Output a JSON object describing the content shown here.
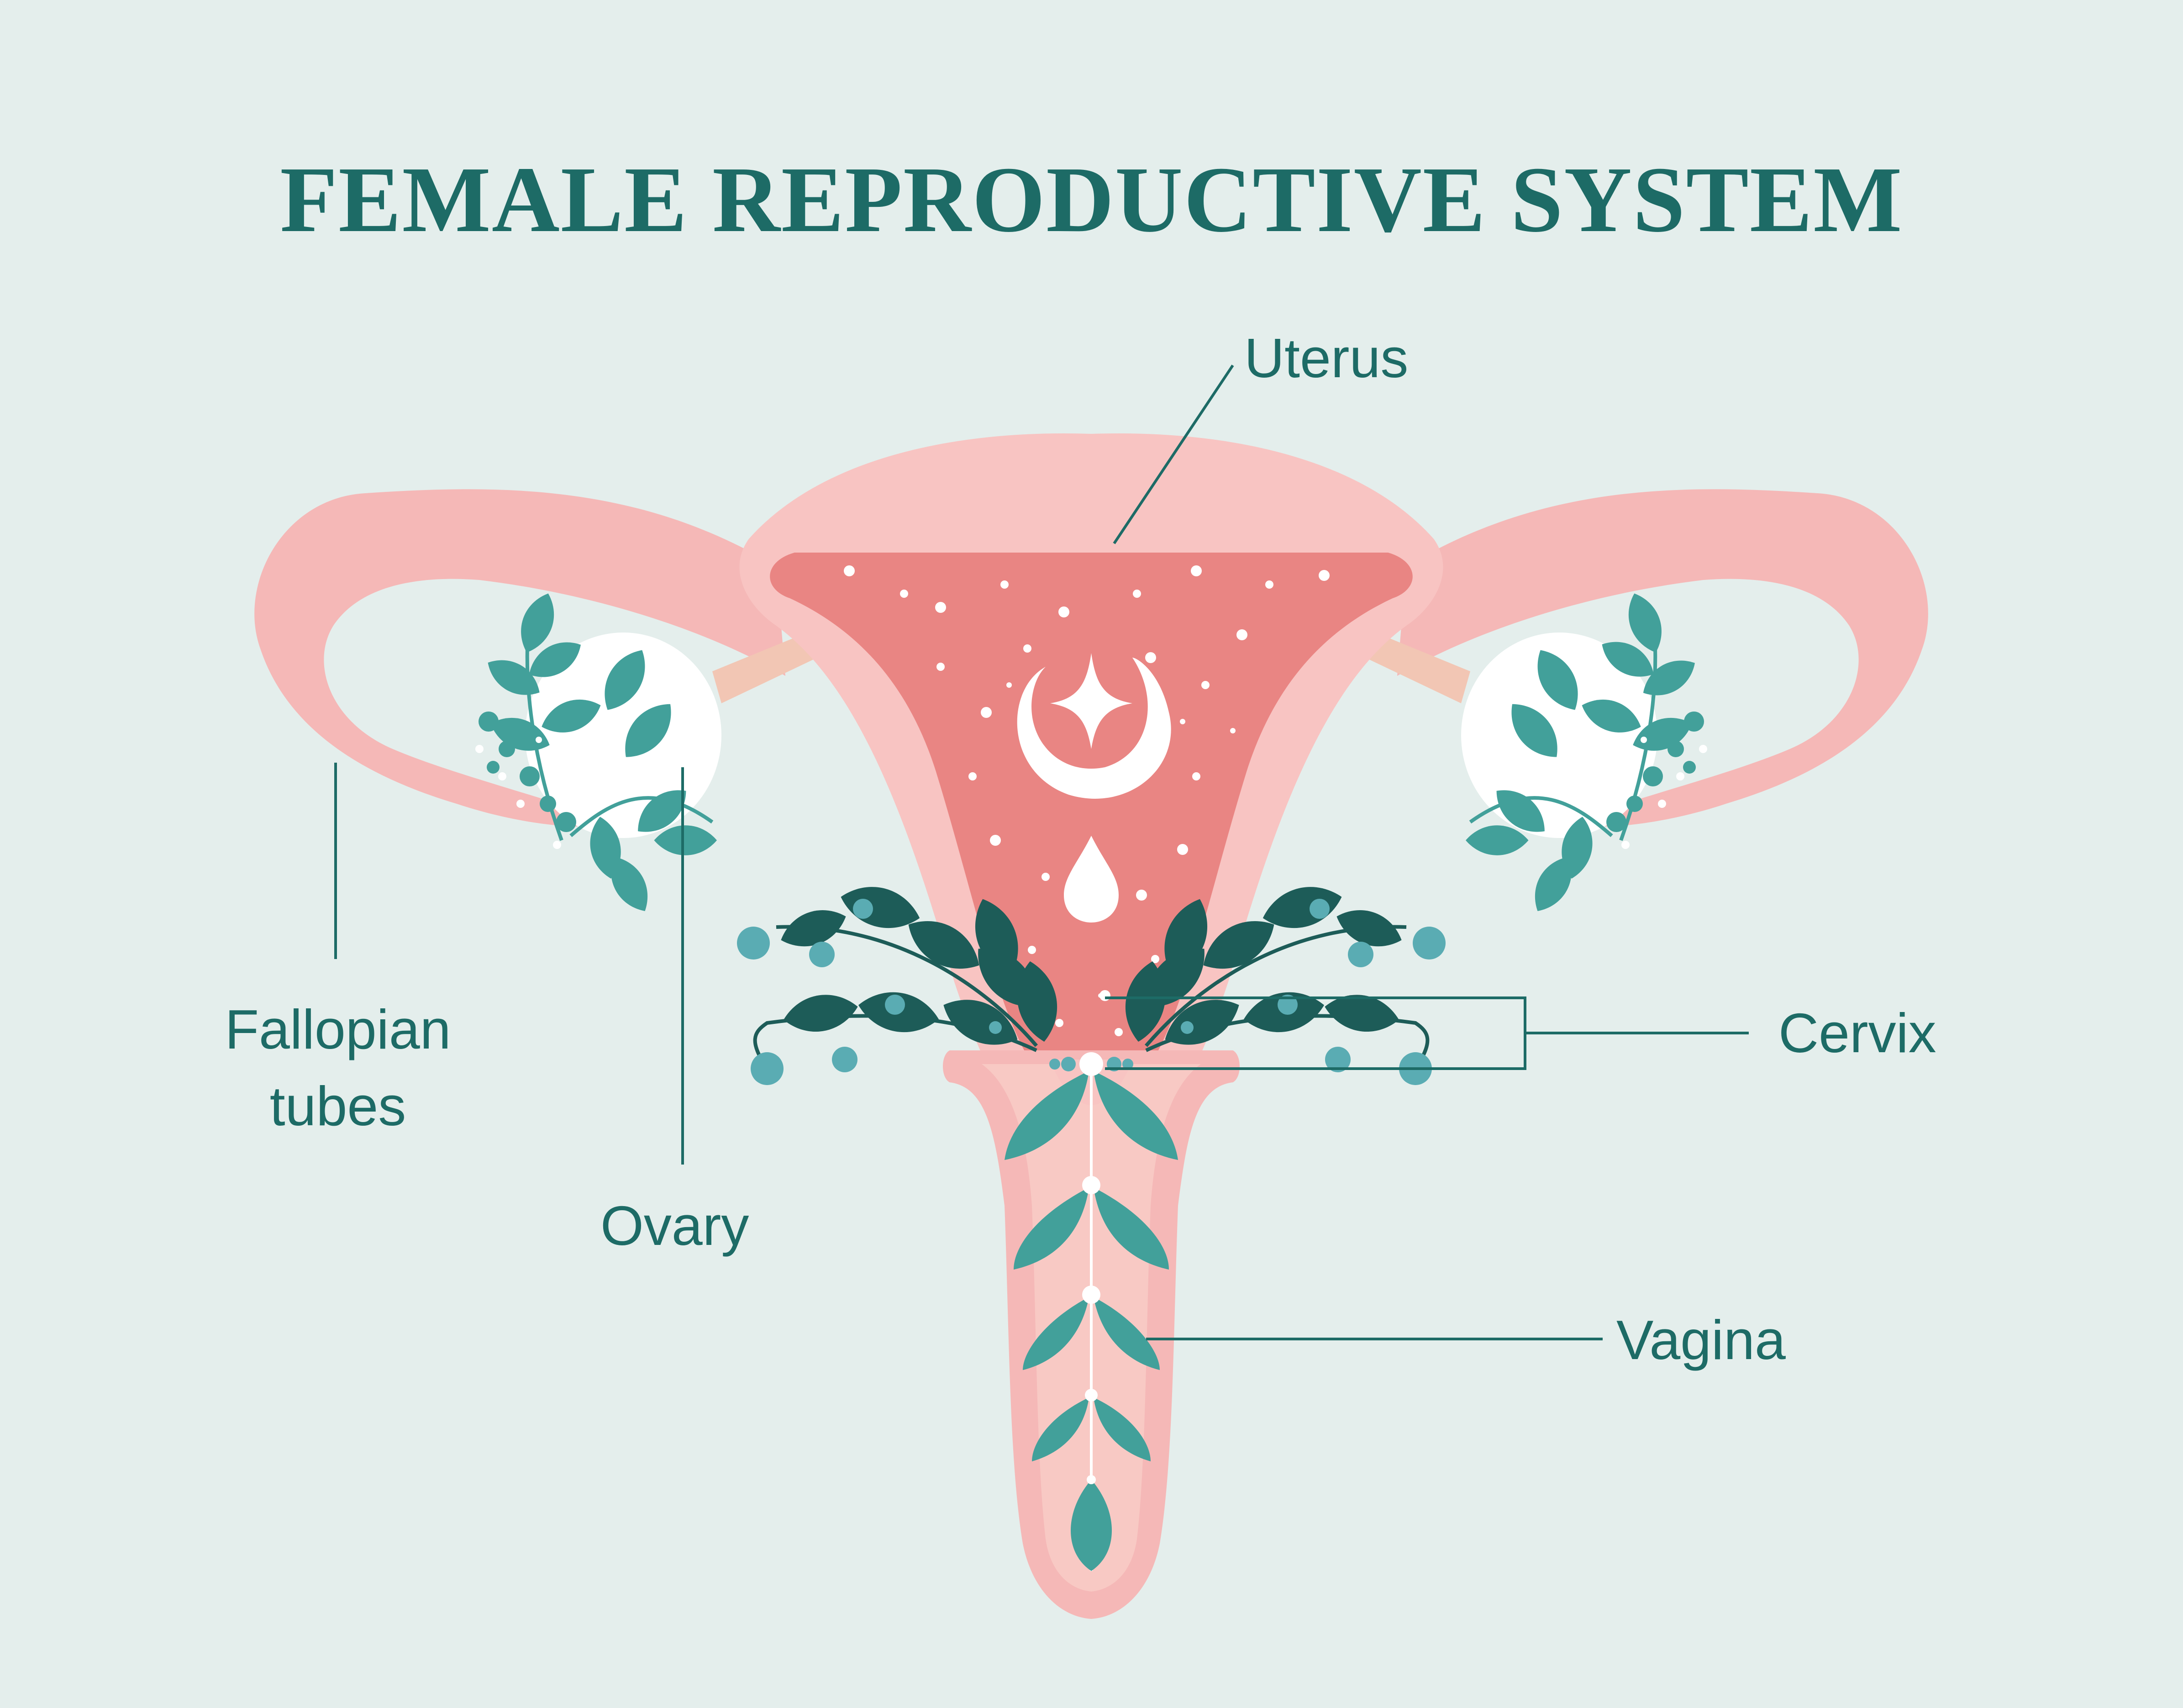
{
  "title": "FEMALE REPRODUCTIVE SYSTEM",
  "labels": {
    "uterus": "Uterus",
    "fallopian_line1": "Fallopian",
    "fallopian_line2": "tubes",
    "ovary": "Ovary",
    "cervix": "Cervix",
    "vagina": "Vagina"
  },
  "colors": {
    "background": "#e4eeec",
    "text": "#1d6b66",
    "tissue_pink": "#f5b8b7",
    "uterus_pink": "#f8c4c2",
    "cavity_red": "#e98583",
    "ovary_white": "#ffffff",
    "leaf_teal": "#42a09a",
    "leaf_dark": "#1d5c58",
    "berry": "#5aacb3"
  },
  "icons": [
    "crescent-moon-icon",
    "star-icon",
    "drop-icon",
    "leaf-branch-icon"
  ]
}
